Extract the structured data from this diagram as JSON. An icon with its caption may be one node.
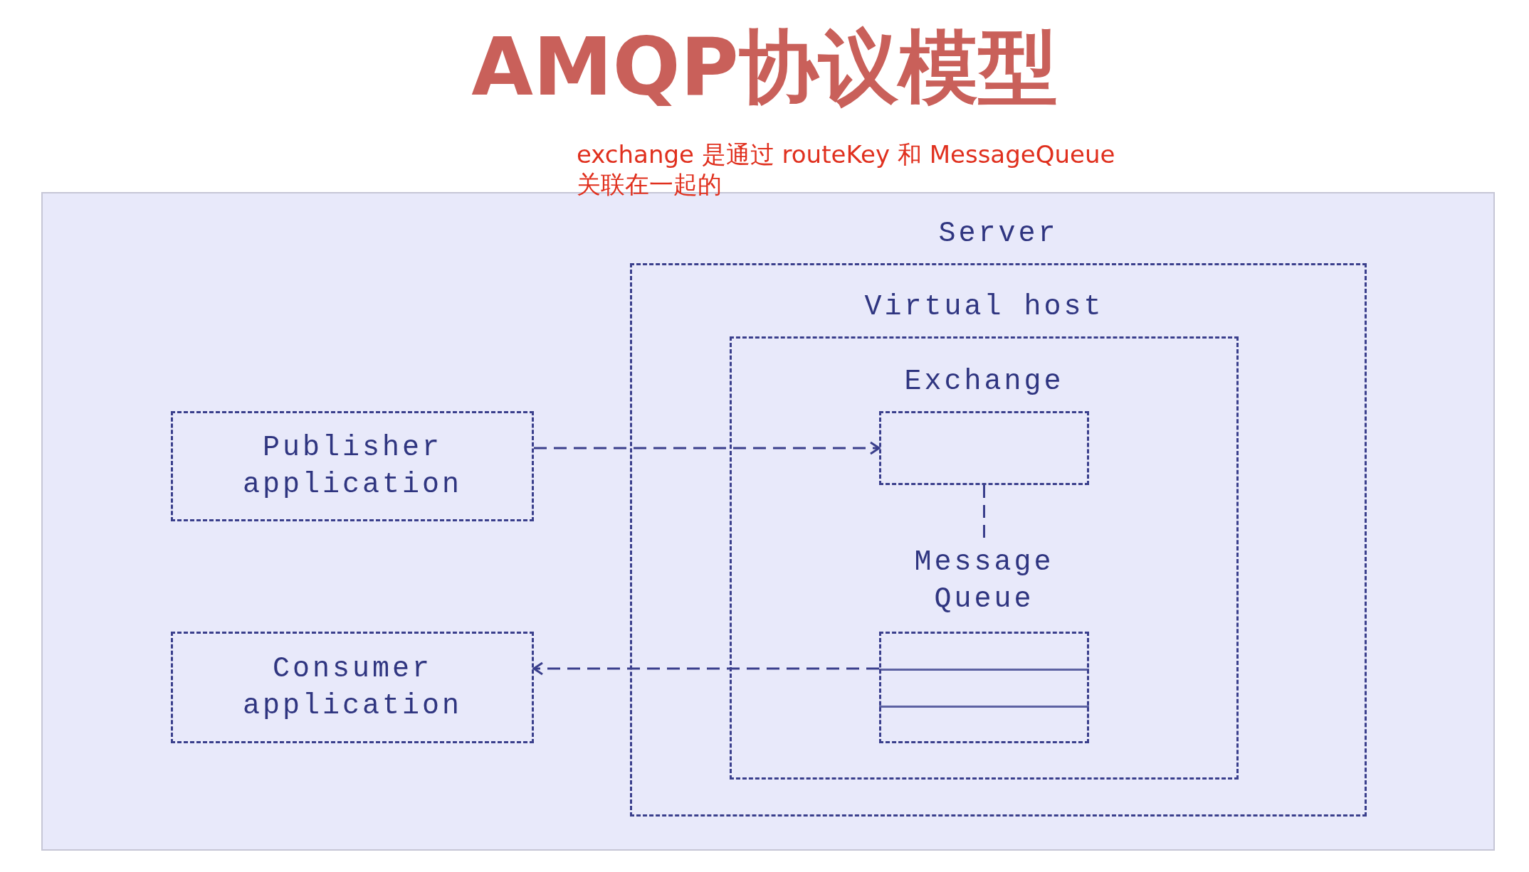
{
  "diagram": {
    "title": "AMQP协议模型",
    "nodes": [
      {
        "text": [
          "Server"
        ]
      },
      {
        "text": [
          "Virtual host"
        ],
        "in": 0
      },
      {
        "text": [
          "Exchange"
        ],
        "in": 1
      },
      {
        "text": [
          "Message Queue"
        ],
        "in": 1
      },
      {
        "text": [
          "Publisher application"
        ]
      },
      {
        "text": [
          "Consumer application"
        ]
      }
    ],
    "edges": [
      {
        "from": 4,
        "to": 2,
        "arrow": "to"
      },
      {
        "from": 2,
        "to": 3,
        "arrow": "none"
      },
      {
        "from": 3,
        "to": 5,
        "arrow": "to"
      }
    ],
    "labels": [
      "exchange 是通过 routeKey 和 MessageQueue 关联在一起的"
    ]
  }
}
